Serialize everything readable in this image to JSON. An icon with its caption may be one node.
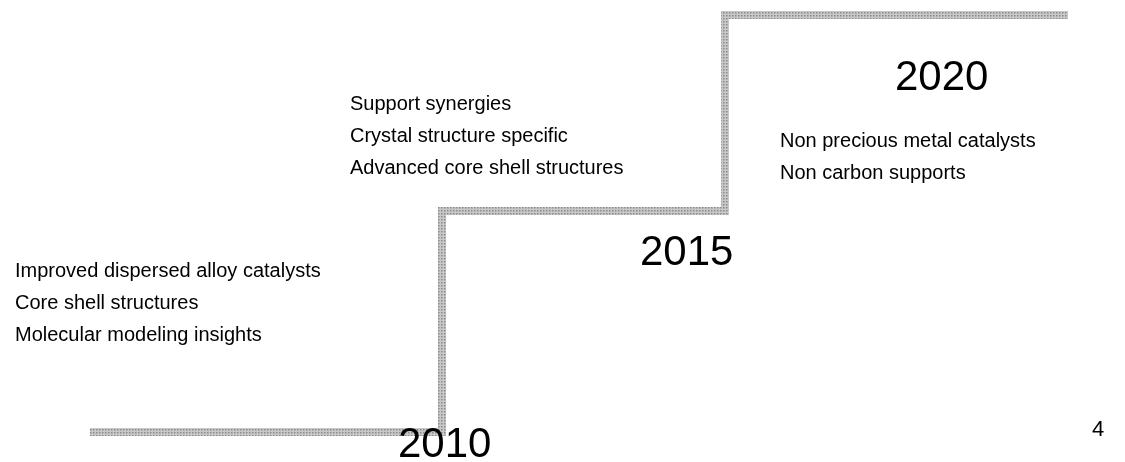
{
  "diagram": {
    "labels": [
      "Improved dispersed alloy catalysts",
      "Core shell structures",
      "Molecular modeling insights",
      "2010",
      "Support synergies",
      "Crystal structure specific",
      "Advanced core shell structures",
      "2015",
      "2020",
      "Non precious metal catalysts",
      "Non carbon supports",
      "4"
    ]
  }
}
